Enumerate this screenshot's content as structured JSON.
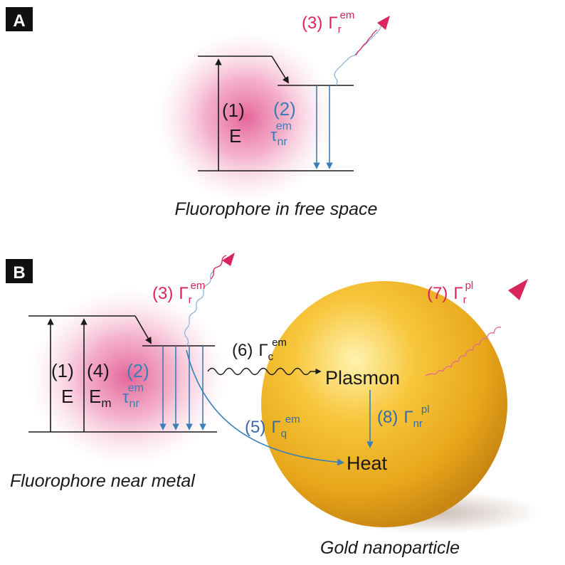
{
  "panel_a": {
    "badge": "A",
    "caption": "Fluorophore in free space",
    "label_1": "(1)",
    "label_E": "E",
    "label_2": "(2)",
    "tau_main": "τ",
    "tau_sub": "nr",
    "tau_sup": "em",
    "label_3": "(3)",
    "gamma_r_main": "Γ",
    "gamma_r_sub": "r",
    "gamma_r_sup": "em"
  },
  "panel_b": {
    "badge": "B",
    "caption": "Fluorophore near metal",
    "particle_caption": "Gold nanoparticle",
    "label_1": "(1)",
    "label_E": "E",
    "label_4": "(4)",
    "label_Em_main": "E",
    "label_Em_sub": "m",
    "label_2": "(2)",
    "tau_main": "τ",
    "tau_sub": "nr",
    "tau_sup": "em",
    "label_3": "(3)",
    "g3_main": "Γ",
    "g3_sub": "r",
    "g3_sup": "em",
    "label_6": "(6)",
    "g6_main": "Γ",
    "g6_sub": "c",
    "g6_sup": "em",
    "label_5": "(5)",
    "g5_main": "Γ",
    "g5_sub": "q",
    "g5_sup": "em",
    "label_7": "(7)",
    "g7_main": "Γ",
    "g7_sub": "r",
    "g7_sup": "pl",
    "label_8": "(8)",
    "g8_main": "Γ",
    "g8_sub": "nr",
    "g8_sup": "pl",
    "plasmon": "Plasmon",
    "heat": "Heat"
  },
  "colors": {
    "pink": "#d9245e",
    "blue": "#3a7fb8",
    "gold": "#f2b82e",
    "black": "#1a1a1a"
  }
}
